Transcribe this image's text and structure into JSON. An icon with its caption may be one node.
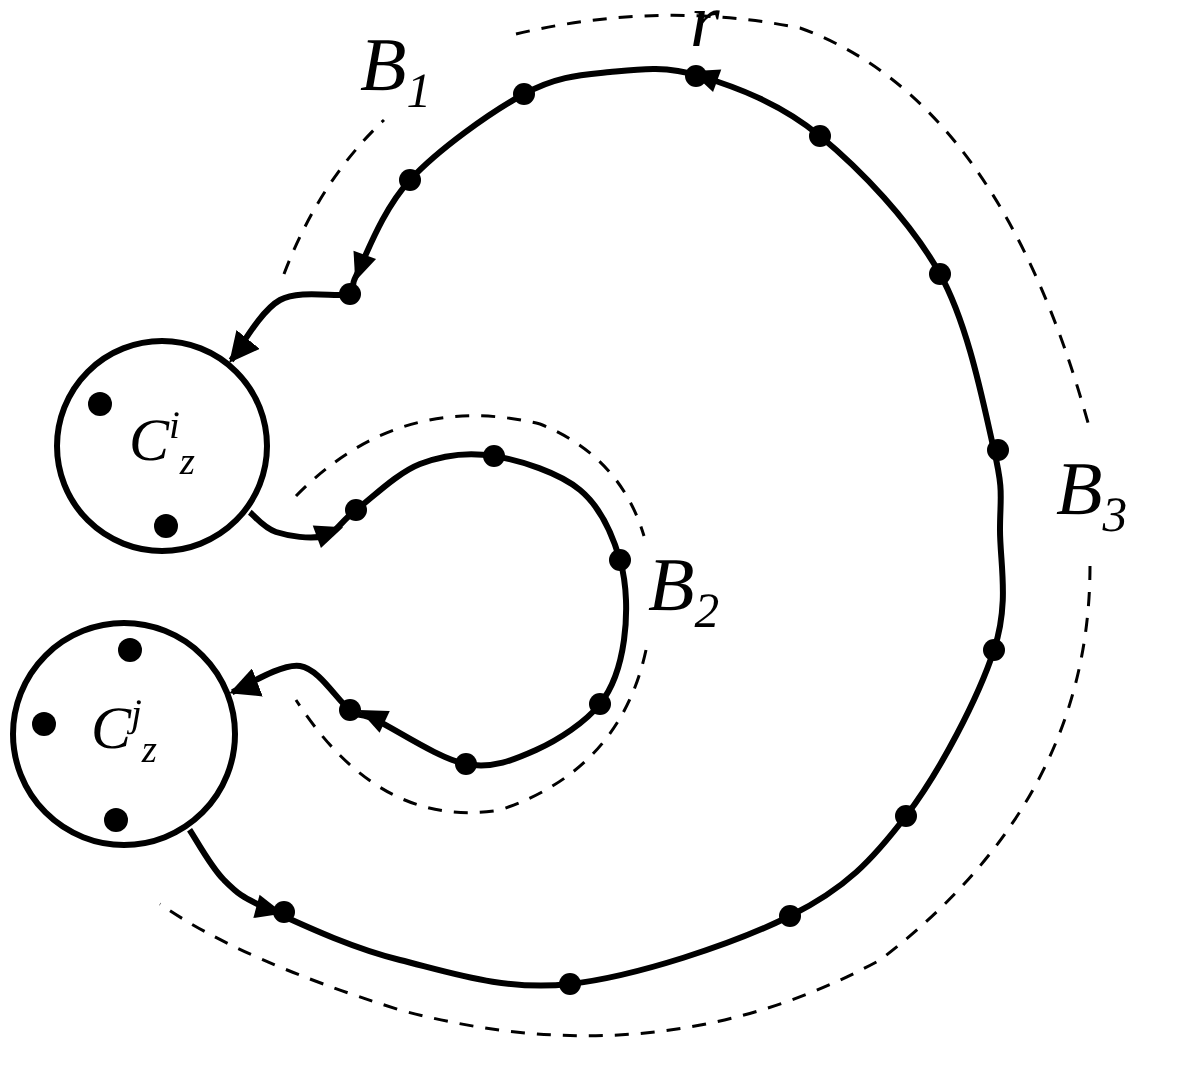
{
  "diagram": {
    "nodes": [
      {
        "text": [
          "C$^{i}$$_{z}$"
        ]
      },
      {
        "text": [
          "C$^{j}$$_{z}$"
        ]
      }
    ],
    "edges": [
      {
        "from": 1,
        "to": 0,
        "arrow": "to"
      },
      {
        "from": 0,
        "to": 1,
        "arrow": "to"
      }
    ],
    "labels": [
      "B$_{1}$",
      "r",
      "B$_{3}$",
      "B$_{2}$"
    ]
  }
}
